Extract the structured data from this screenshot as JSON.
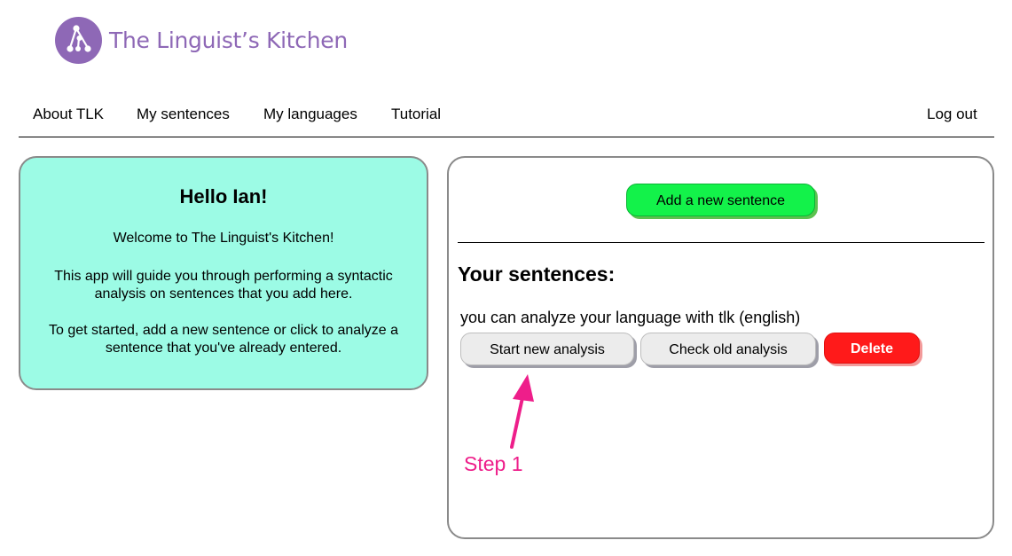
{
  "header": {
    "logo_text": "The Linguist’s Kitchen",
    "logo_icon": "tree-diagram-icon",
    "brand_color": "#8e68b6"
  },
  "nav": {
    "items": [
      {
        "label": "About TLK"
      },
      {
        "label": "My sentences"
      },
      {
        "label": "My languages"
      },
      {
        "label": "Tutorial"
      }
    ],
    "logout_label": "Log out"
  },
  "welcome": {
    "greeting": "Hello Ian!",
    "line1": "Welcome to The Linguist's Kitchen!",
    "line2": "This app will guide you through performing a syntactic analysis on sentences that you add here.",
    "line3": "To get started, add a new sentence or click to analyze a sentence that you've already entered.",
    "background_color": "#9cfbe5"
  },
  "sentences": {
    "add_button_label": "Add a new sentence",
    "heading": "Your sentences:",
    "items": [
      {
        "text": "you can analyze your language with tlk (english)",
        "start_label": "Start new analysis",
        "check_label": "Check old analysis",
        "delete_label": "Delete"
      }
    ],
    "colors": {
      "add": "#13f24a",
      "delete": "#ff1a1a",
      "neutral": "#ececec"
    }
  },
  "annotation": {
    "label": "Step 1",
    "color": "#ee1e8a",
    "icon": "arrow-up-icon"
  }
}
